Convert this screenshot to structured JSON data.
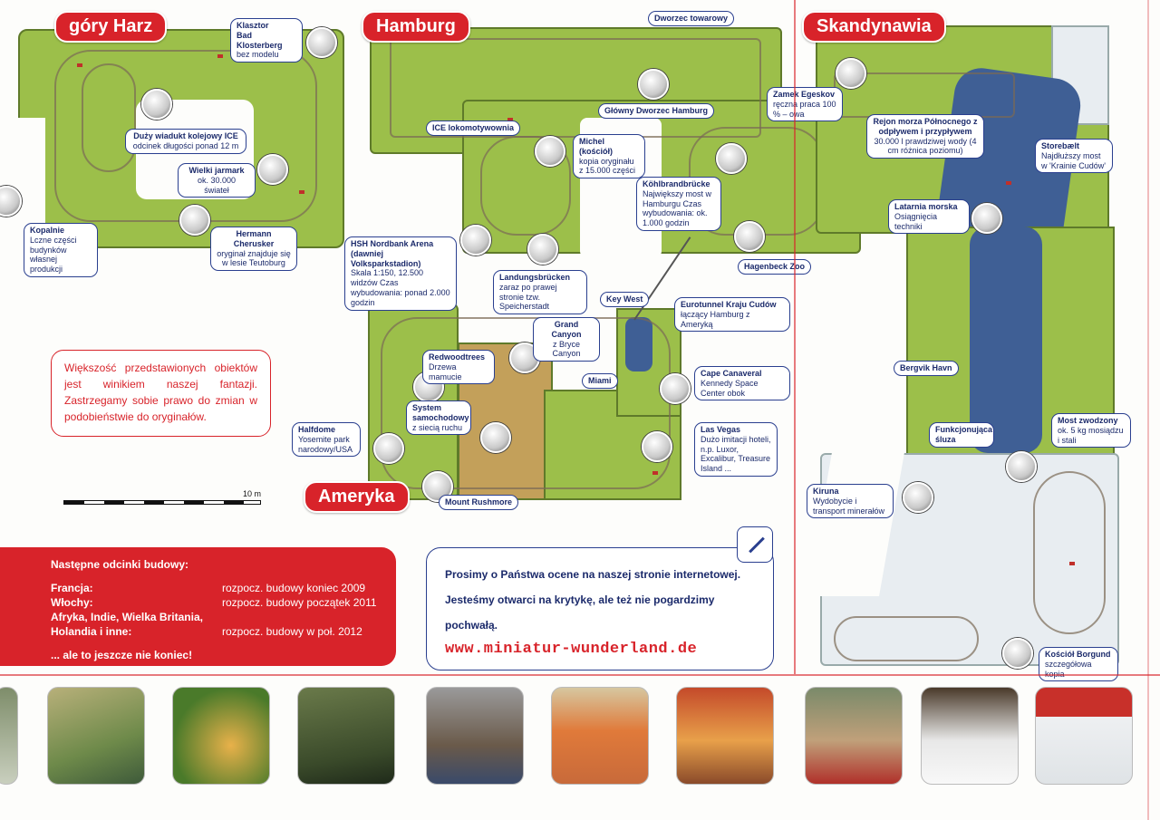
{
  "regions": {
    "harz": "góry Harz",
    "hamburg": "Hamburg",
    "skandynawia": "Skandynawia",
    "ameryka": "Ameryka"
  },
  "callouts": {
    "klasztor": {
      "title": "Klasztor\nBad Klosterberg",
      "sub": "bez modelu"
    },
    "wiadukt": {
      "title": "Duży wiadukt kolejowy ICE",
      "sub": "odcinek długości ponad 12 m"
    },
    "jarmark": {
      "title": "Wielki jarmark",
      "sub": "ok. 30.000 świateł"
    },
    "cherusker": {
      "title": "Hermann Cherusker",
      "sub": "oryginał znajduje się w lesie Teutoburg"
    },
    "kopalnie": {
      "title": "Kopalnie",
      "sub": "Lczne części budynków własnej produkcji"
    },
    "dworzec_towarowy": {
      "title": "Dworzec towarowy",
      "sub": ""
    },
    "ice_lokomotywownia": {
      "title": "ICE lokomotywownia",
      "sub": ""
    },
    "glowny_dworzec": {
      "title": "Główny Dworzec Hamburg",
      "sub": ""
    },
    "michel": {
      "title": "Michel (kościół)",
      "sub": "kopia oryginału z 15.000 części"
    },
    "kohlbrand": {
      "title": "Köhlbrandbrücke",
      "sub": "Największy most w Hamburgu Czas wybudowania: ok. 1.000 godzin"
    },
    "hsh": {
      "title": "HSH Nordbank Arena (dawniej Volksparkstadion)",
      "sub": "Skala 1:150, 12.500 widzów Czas wybudowania: ponad 2.000 godzin"
    },
    "landungs": {
      "title": "Landungsbrücken",
      "sub": "zaraz po prawej stronie tzw. Speicherstadt"
    },
    "hagenbeck": {
      "title": "Hagenbeck Zoo",
      "sub": ""
    },
    "key_west": {
      "title": "Key West",
      "sub": ""
    },
    "eurotunnel": {
      "title": "Eurotunnel Kraju Cudów",
      "sub": "łączący Hamburg z Ameryką"
    },
    "grand_canyon": {
      "title": "Grand Canyon",
      "sub": "z Bryce Canyon"
    },
    "redwood": {
      "title": "Redwoodtrees",
      "sub": "Drzewa mamucie"
    },
    "miami": {
      "title": "Miami",
      "sub": ""
    },
    "cape": {
      "title": "Cape Canaveral",
      "sub": "Kennedy Space Center obok"
    },
    "system": {
      "title": "System samochodowy",
      "sub": "z siecią ruchu"
    },
    "halfdome": {
      "title": "Halfdome",
      "sub": "Yosemite park narodowy/USA"
    },
    "las_vegas": {
      "title": "Las Vegas",
      "sub": "Dużo imitacji hoteli, n.p. Luxor, Excalibur, Treasure Island ..."
    },
    "rushmore": {
      "title": "Mount Rushmore",
      "sub": ""
    },
    "egeskov": {
      "title": "Zamek Egeskov",
      "sub": "ręczna praca 100 % – owa"
    },
    "rejon": {
      "title": "Rejon morza Północnego z odpływem i przypływem",
      "sub": "30.000 l prawdziwej wody (4 cm różnica poziomu)"
    },
    "storebaelt": {
      "title": "Storebælt",
      "sub": "Najdłuższy most w 'Krainie Cudów'"
    },
    "latarnia": {
      "title": "Latarnia morska",
      "sub": "Osiągnięcia techniki"
    },
    "bergvik": {
      "title": "Bergvik Havn",
      "sub": ""
    },
    "sluza": {
      "title": "Funkcjonująca śluza",
      "sub": ""
    },
    "most": {
      "title": "Most zwodzony",
      "sub": "ok. 5 kg mosiądzu i stali"
    },
    "kiruna": {
      "title": "Kiruna",
      "sub": "Wydobycie i transport minerałów"
    },
    "borgund": {
      "title": "Kościół Borgund",
      "sub": "szczegółowa kopia"
    }
  },
  "notice": "Większość przedstawionych obiektów jest winikiem naszej fantazji. Zastrzegamy sobie prawo do zmian w podobieństwie do oryginałów.",
  "scale_label": "10 m",
  "next_build": {
    "header": "Następne odcinki budowy:",
    "rows": [
      {
        "place": "Francja:",
        "when": "rozpocz. budowy koniec 2009"
      },
      {
        "place": "Włochy:",
        "when": "rozpocz. budowy początek 2011"
      },
      {
        "place": "Afryka, Indie, Wielka Britania,",
        "when": ""
      },
      {
        "place": "Holandia i inne:",
        "when": "rozpocz. budowy w poł. 2012"
      }
    ],
    "footer": "... ale to jeszcze nie koniec!"
  },
  "feedback": {
    "line1": "Prosimy o Państwa ocene na naszej stronie internetowej.",
    "line2": "Jesteśmy otwarci na krytykę, ale też nie pogardzimy",
    "line3": "pochwałą.",
    "url": "www.miniatur-wunderland.de"
  },
  "colors": {
    "accent": "#d8232a",
    "navy": "#1b2a6b"
  }
}
